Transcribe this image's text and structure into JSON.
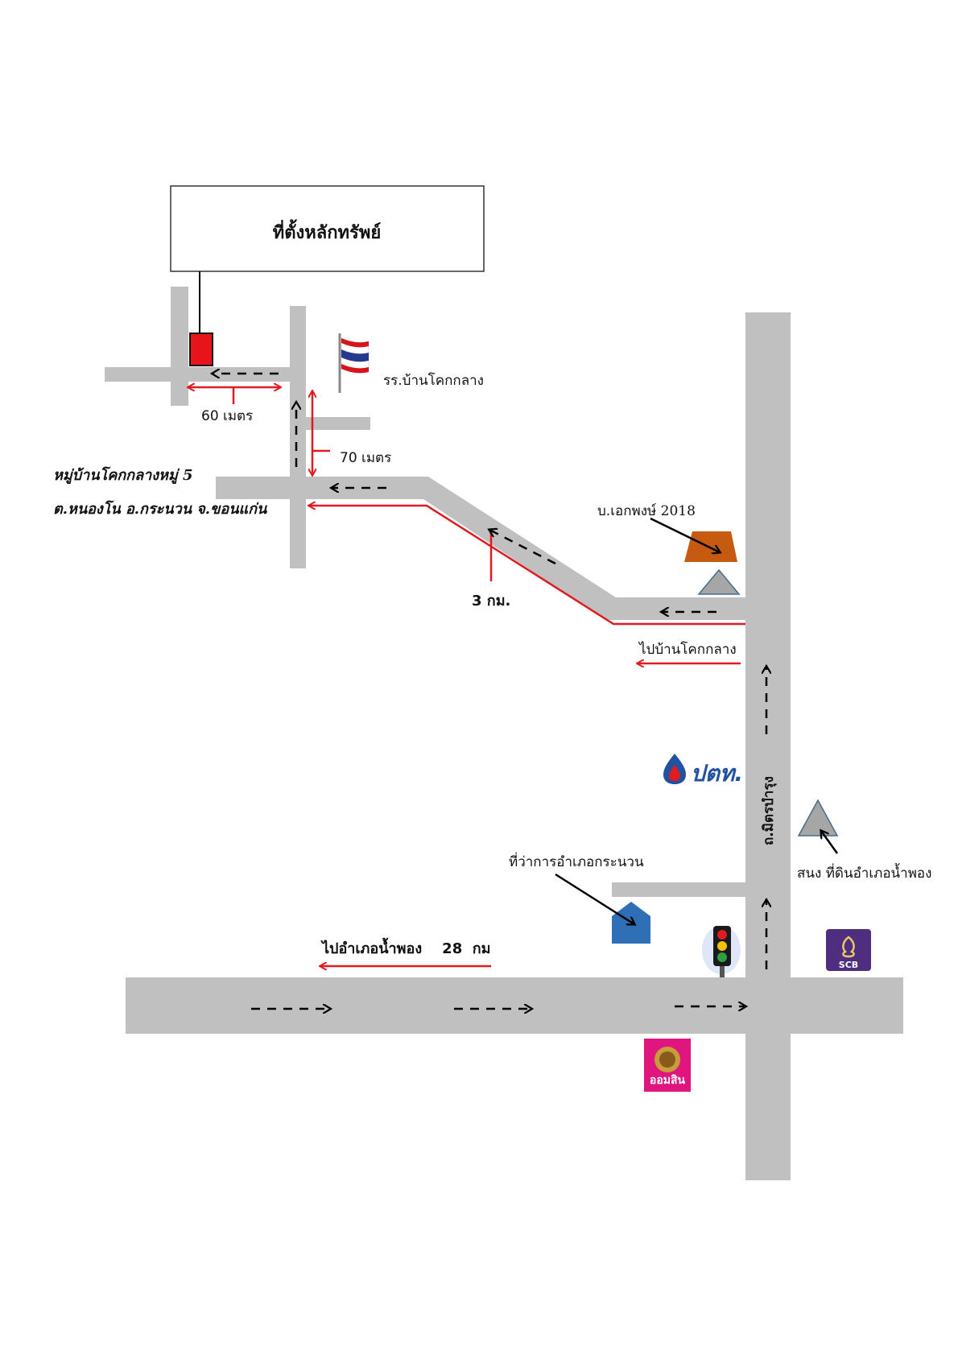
{
  "title_box": {
    "text": "ที่ตั้งหลักทรัพย์"
  },
  "distances": {
    "d60": "60 เมตร",
    "d70": "70 เมตร",
    "d3km": "3 กม."
  },
  "places": {
    "school": "รร.บ้านโคกกลาง",
    "village_line1": "หมู่บ้านโคกกลางหมู่ 5",
    "village_line2": "ต.หนองโน อ.กระนวน จ.ขอนแก่น",
    "company": "บ.เอกพงษ์ 2018",
    "to_village": "ไปบ้านโคกกลาง",
    "road_name": "ถ.มิตรบำรุง",
    "district_office": "ที่ว่าการอำเภอกระนวน",
    "stadium": "สนง ที่ดินอำเภอน้ำพอง",
    "to_namphong": "ไปอำเภอน้ำพอง    28  กม"
  },
  "logos": {
    "ptt": "ปตท.",
    "scb": "SCB",
    "gsb": "ออมสิน"
  },
  "colors": {
    "road": "#c0c0c0",
    "route": "#e11b22",
    "property": "#e8141b",
    "company": "#c65a11",
    "triangle": "#a6a6a6",
    "district": "#2e6fb5",
    "scb": "#4f2d7f",
    "gsb": "#e0157e"
  }
}
